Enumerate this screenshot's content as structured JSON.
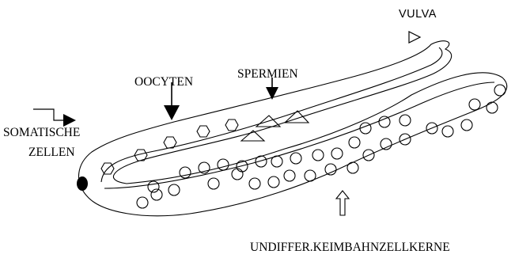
{
  "labels": {
    "vulva": "VULVA",
    "oocyten": "OOCYTEN",
    "spermien": "SPERMIEN",
    "somatische_line1": "SOMATISCHE",
    "somatische_line2": "ZELLEN",
    "undiffer": "UNDIFFER.KEIMBAHNZELLKERNE"
  },
  "colors": {
    "stroke": "#000000",
    "background": "#ffffff"
  }
}
